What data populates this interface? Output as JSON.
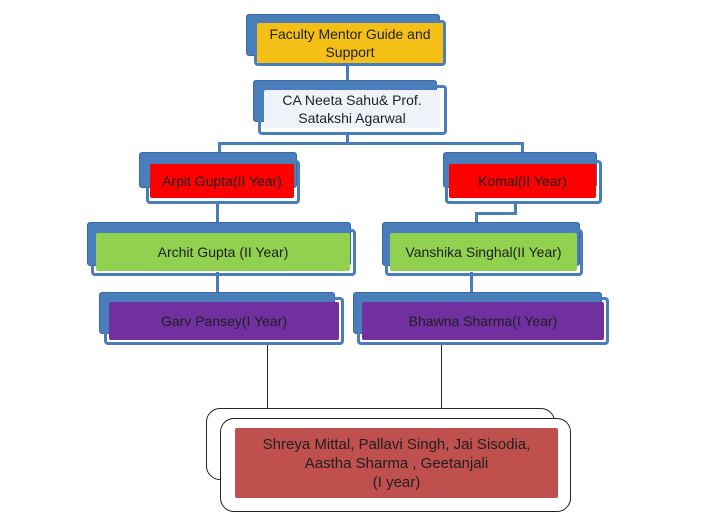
{
  "colors": {
    "connector": "#4a7ebb",
    "gold": "#f5c015",
    "white": "#eef3fa",
    "red": "#ff0000",
    "green": "#92d050",
    "purple": "#7030a0",
    "rose": "#c0504d"
  },
  "nodes": {
    "faculty_guide": "Faculty Mentor Guide and Support",
    "faculty_names": "CA Neeta Sahu& Prof. Satakshi Agarwal",
    "left_senior": "Arpit Gupta(II Year)",
    "right_senior": "Komal(II Year)",
    "left_mid": "Archit Gupta  (II Year)",
    "right_mid": "Vanshika Singhal(II Year)",
    "left_junior": "Garv Pansey(I Year)",
    "right_junior": "Bhawna Sharma(I Year)",
    "team_line1": "Shreya Mittal, Pallavi Singh, Jai Sisodia,",
    "team_line2": "Aastha Sharma , Geetanjali",
    "team_line3": "(I year)"
  }
}
